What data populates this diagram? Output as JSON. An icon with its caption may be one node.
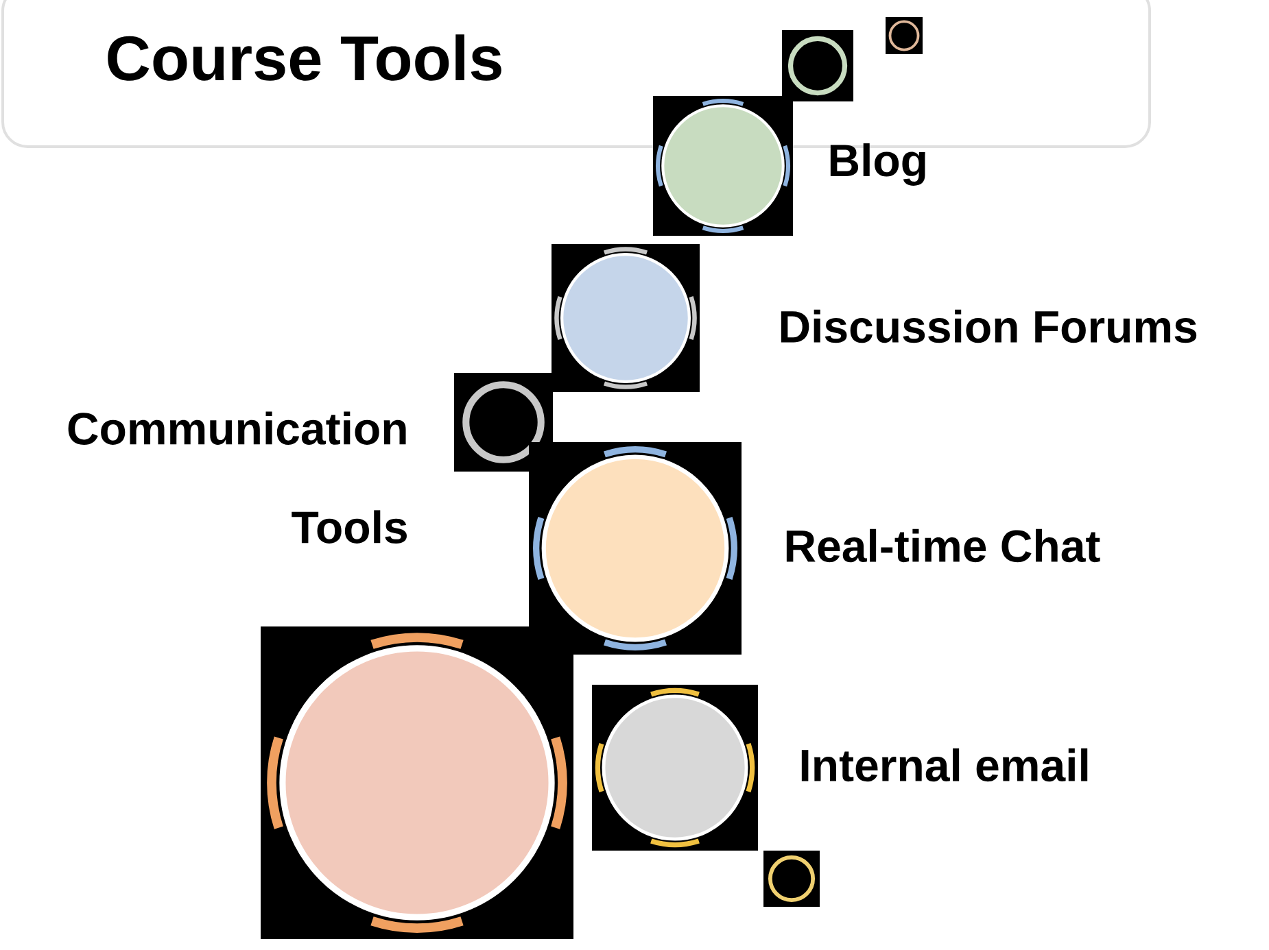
{
  "diagram": {
    "title": "Course Tools",
    "nodes": [
      {
        "text": [],
        "shape": "box"
      },
      {
        "text": [],
        "shape": "box"
      },
      {
        "text": [
          "Blog"
        ]
      },
      {
        "text": [
          "Discussion Forums"
        ]
      },
      {
        "text": [],
        "shape": "box"
      },
      {
        "text": [
          "Real-time Chat"
        ]
      },
      {
        "text": [
          "Communication Tools"
        ]
      },
      {
        "text": [
          "Internal email"
        ]
      },
      {
        "text": [],
        "shape": "box"
      }
    ]
  }
}
